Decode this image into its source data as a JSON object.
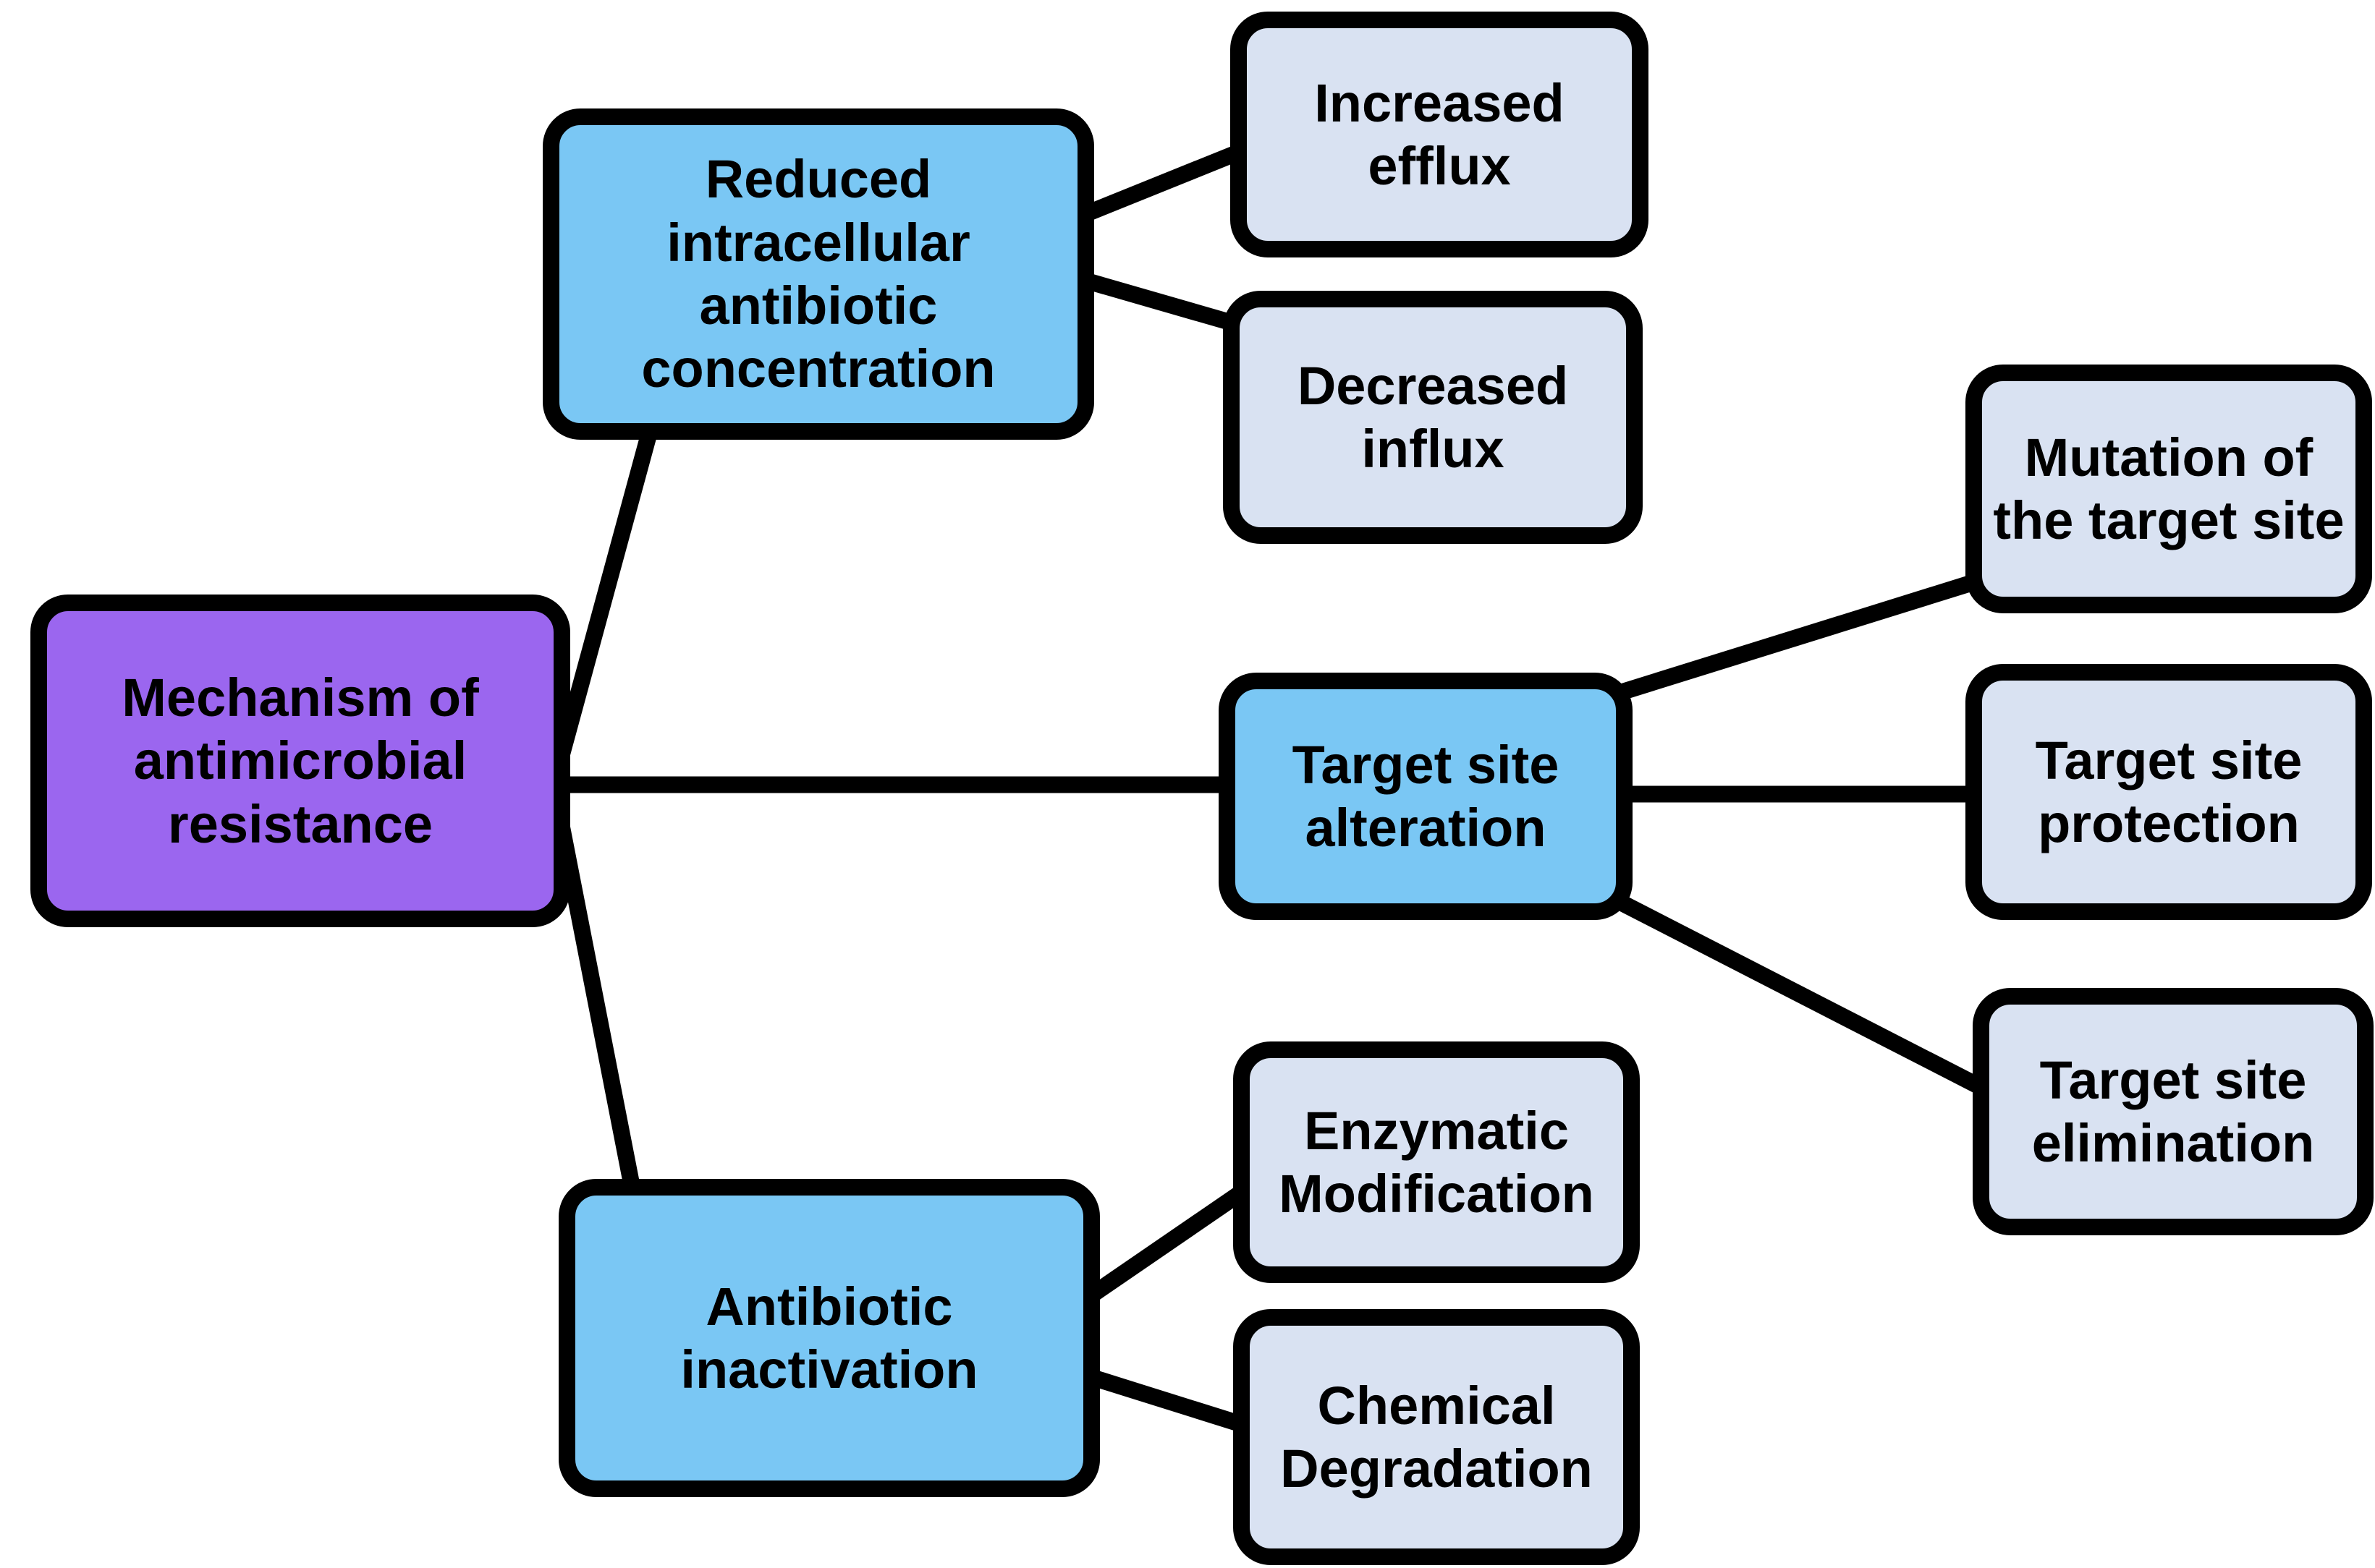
{
  "diagram": {
    "background": "#ffffff",
    "colors": {
      "root_fill": "#9b66ef",
      "branch_fill": "#7ac7f4",
      "leaf_fill": "#d9e2f2",
      "border": "#000000",
      "text": "#000000"
    },
    "nodes": {
      "root": {
        "label": "Mechanism of\nantimicrobial\nresistance"
      },
      "reduced": {
        "label": "Reduced\nintracellular\nantibiotic\nconcentration"
      },
      "increased_efflux": {
        "label": "Increased\nefflux"
      },
      "decreased_influx": {
        "label": "Decreased\ninflux"
      },
      "target_alteration": {
        "label": "Target site\nalteration"
      },
      "mutation": {
        "label": "Mutation of\nthe target site"
      },
      "protection": {
        "label": "Target site\nprotection"
      },
      "elimination": {
        "label": "Target site\nelimination"
      },
      "antibiotic_inactivation": {
        "label": "Antibiotic\ninactivation"
      },
      "enzymatic": {
        "label": "Enzymatic\nModification"
      },
      "chemical": {
        "label": "Chemical\nDegradation"
      }
    },
    "edges": [
      {
        "from": "root",
        "to": "reduced"
      },
      {
        "from": "root",
        "to": "target_alteration"
      },
      {
        "from": "root",
        "to": "antibiotic_inactivation"
      },
      {
        "from": "reduced",
        "to": "increased_efflux"
      },
      {
        "from": "reduced",
        "to": "decreased_influx"
      },
      {
        "from": "target_alteration",
        "to": "mutation"
      },
      {
        "from": "target_alteration",
        "to": "protection"
      },
      {
        "from": "target_alteration",
        "to": "elimination"
      },
      {
        "from": "antibiotic_inactivation",
        "to": "enzymatic"
      },
      {
        "from": "antibiotic_inactivation",
        "to": "chemical"
      }
    ]
  }
}
